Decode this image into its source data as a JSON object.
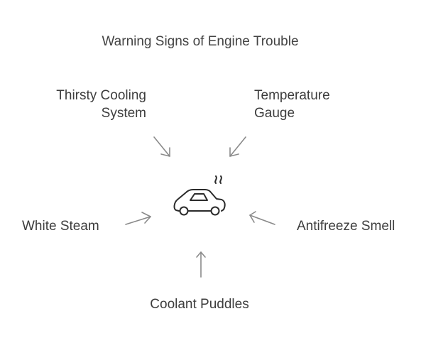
{
  "diagram": {
    "title": "Warning Signs of Engine Trouble",
    "center_icon": "overheating-car-icon",
    "signs": {
      "thirsty_cooling_system": [
        "Thirsty Cooling",
        "System"
      ],
      "temperature_gauge": [
        "Temperature",
        "Gauge"
      ],
      "white_steam": "White Steam",
      "antifreeze_smell": "Antifreeze Smell",
      "coolant_puddles": "Coolant Puddles"
    },
    "colors": {
      "text": "#3d3d3d",
      "arrow": "#8a8a8a",
      "icon": "#2b2b2b",
      "background": "#ffffff"
    }
  }
}
